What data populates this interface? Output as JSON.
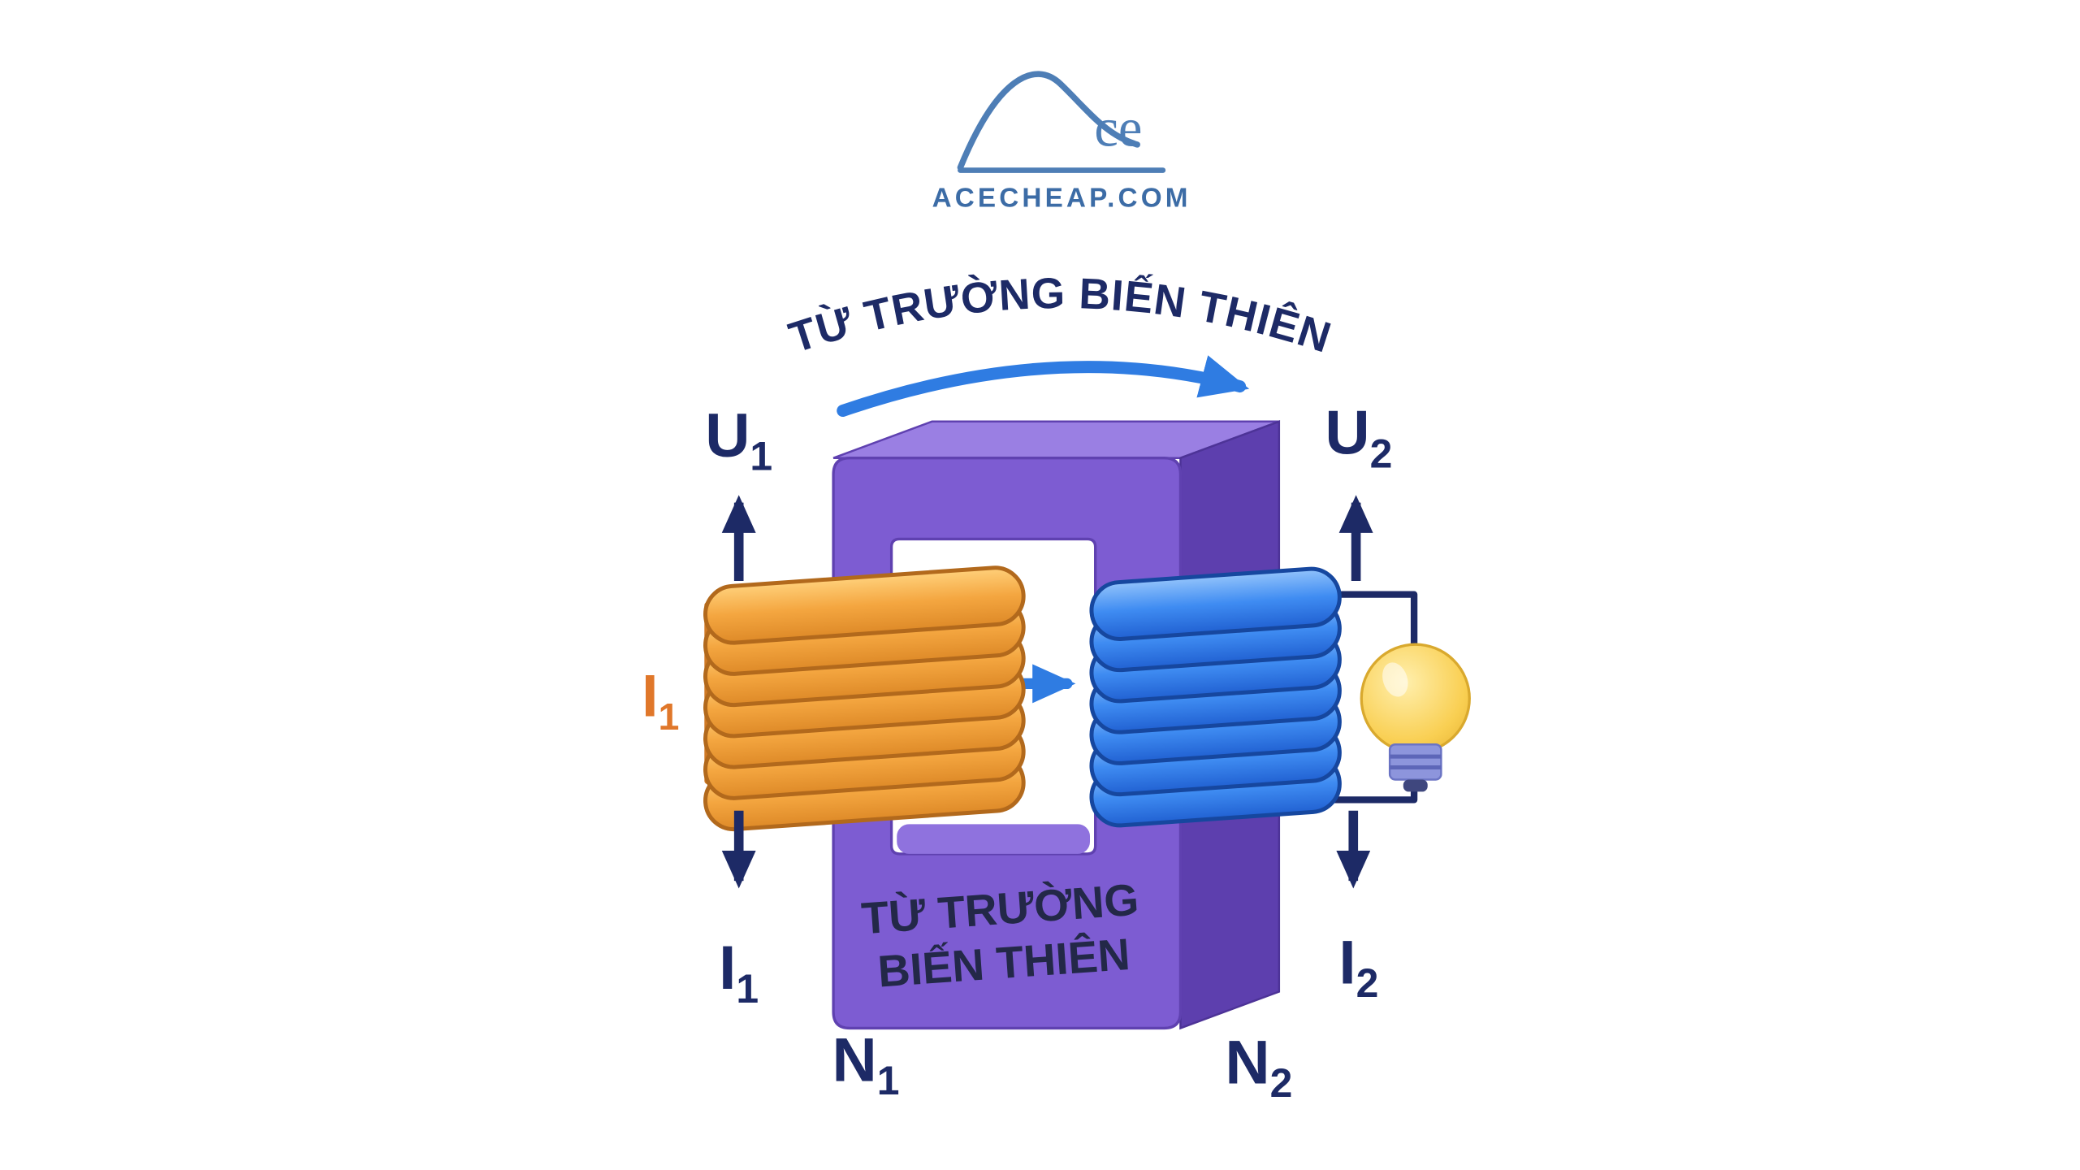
{
  "logo": {
    "curve_icon": "arch-curve-icon",
    "brand_suffix": "ce",
    "site": "ACECHEAP.COM"
  },
  "header": {
    "arc_title": "TỪ TRƯỜNG BIẾN THIÊN"
  },
  "core": {
    "label_line1": "TỪ TRƯỜNG",
    "label_line2": "BIẾN THIÊN"
  },
  "coils": {
    "primary_turns": 7,
    "secondary_turns": 7
  },
  "labels": {
    "u1": {
      "base": "U",
      "sub": "1"
    },
    "i1_source": {
      "base": "I",
      "sub": "1"
    },
    "i1_out": {
      "base": "I",
      "sub": "1"
    },
    "n1": {
      "base": "N",
      "sub": "1"
    },
    "u2": {
      "base": "U",
      "sub": "2"
    },
    "i2": {
      "base": "I",
      "sub": "2"
    },
    "n2": {
      "base": "N",
      "sub": "2"
    }
  },
  "colors": {
    "navy": "#1d2a66",
    "core_text": "#232848",
    "arrow_blue": "#2f7ce2",
    "core_purple_front": "#7d5cd2",
    "core_purple_top": "#9a7fe3",
    "core_purple_side": "#5d3fae",
    "primary_coil_orange": "#f4a640",
    "secondary_coil_blue": "#3f8cf2",
    "i1_orange": "#e0772a",
    "bulb_yellow": "#f9cf52",
    "logo_blue": "#4e7eb6",
    "logo_site_blue": "#3c6ca6"
  }
}
